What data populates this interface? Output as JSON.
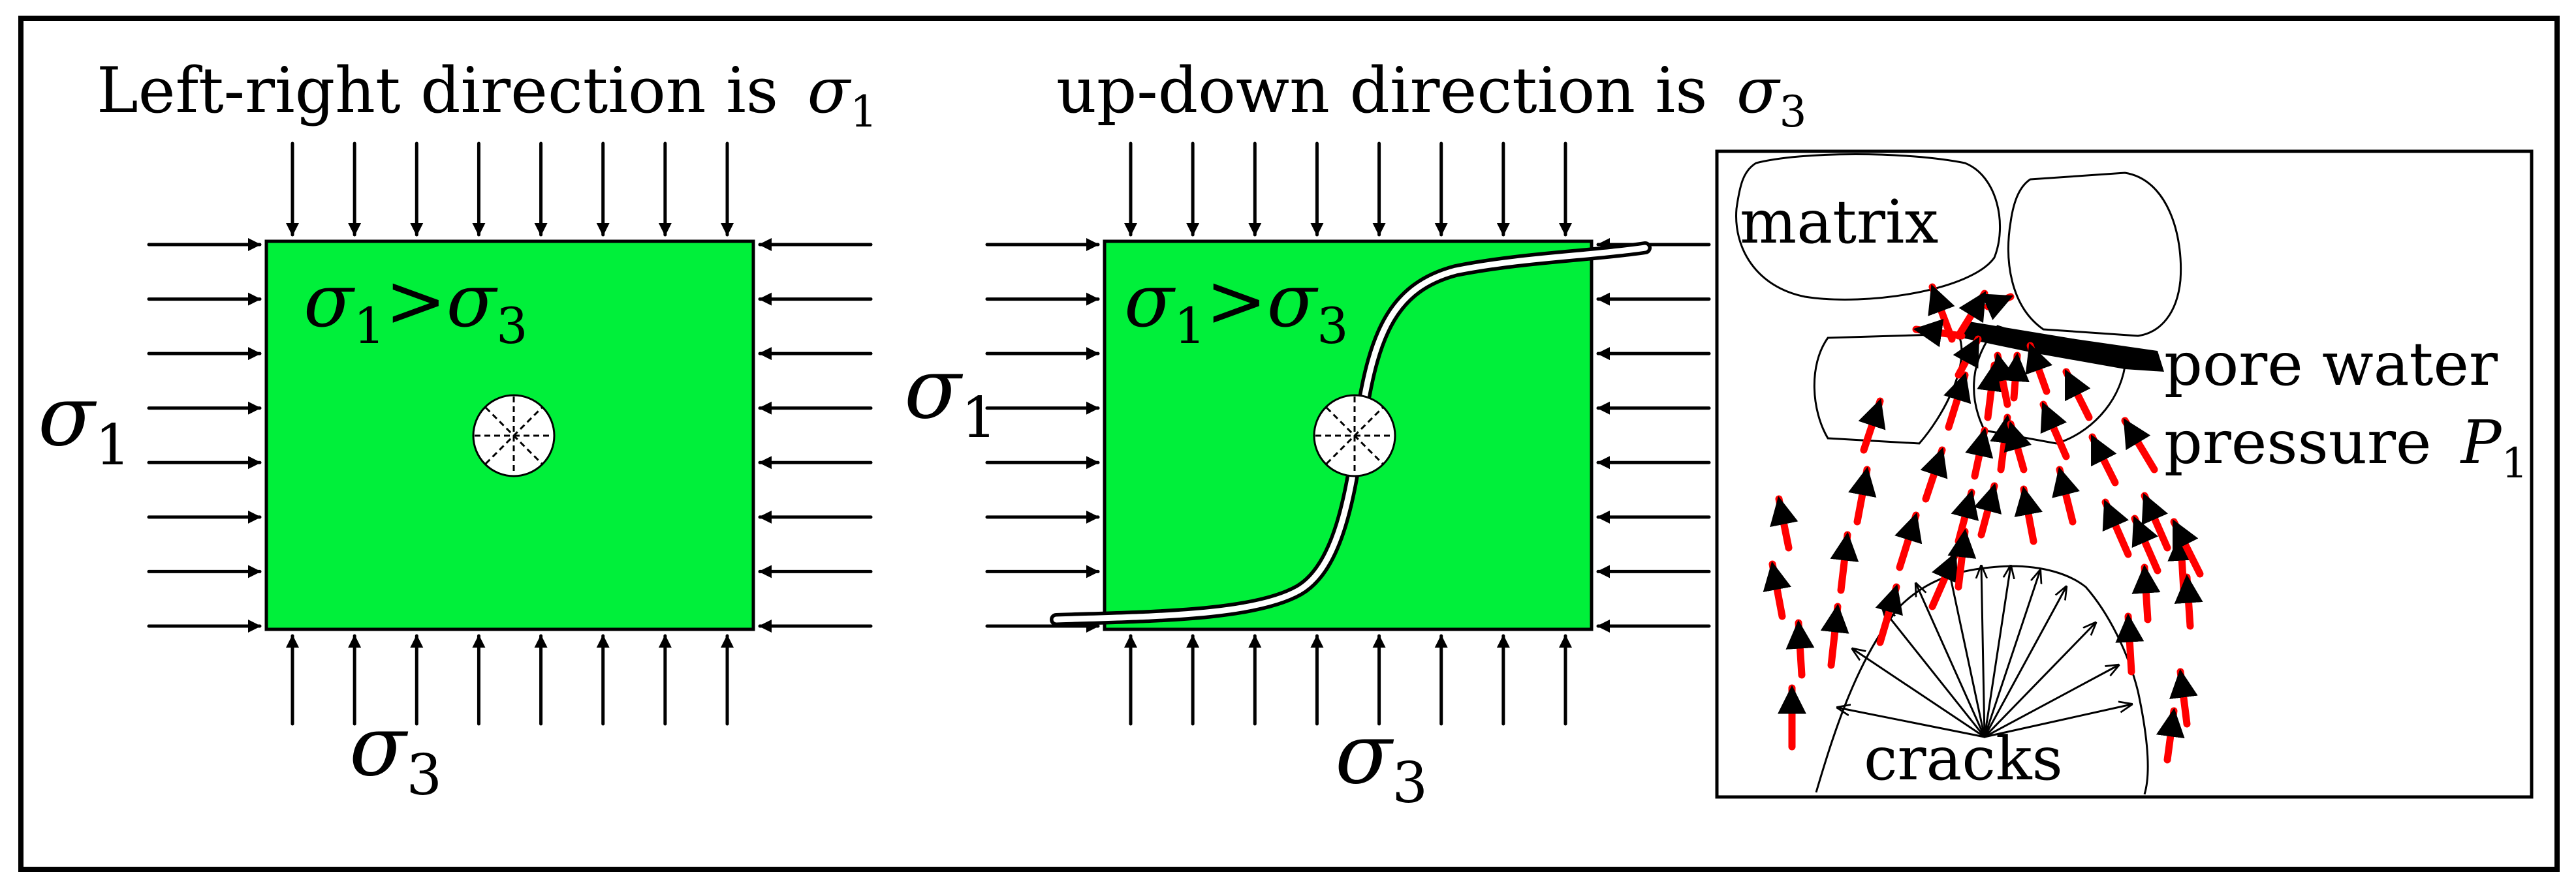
{
  "header": {
    "left_caption": "Left-right direction is",
    "right_caption": "up-down direction is"
  },
  "symbols": {
    "sigma": "σ",
    "sub_1": "1",
    "sub_3": "3",
    "greater": ">",
    "pressure_symbol": "P"
  },
  "panel_right": {
    "matrix_label": "matrix",
    "pore_water_line1": "pore water",
    "pore_water_line2": "pressure",
    "cracks_label": "cracks"
  },
  "colors": {
    "specimen_green": "#00f03a",
    "flow_arrow_red": "#ff0000",
    "stroke": "#000000"
  }
}
